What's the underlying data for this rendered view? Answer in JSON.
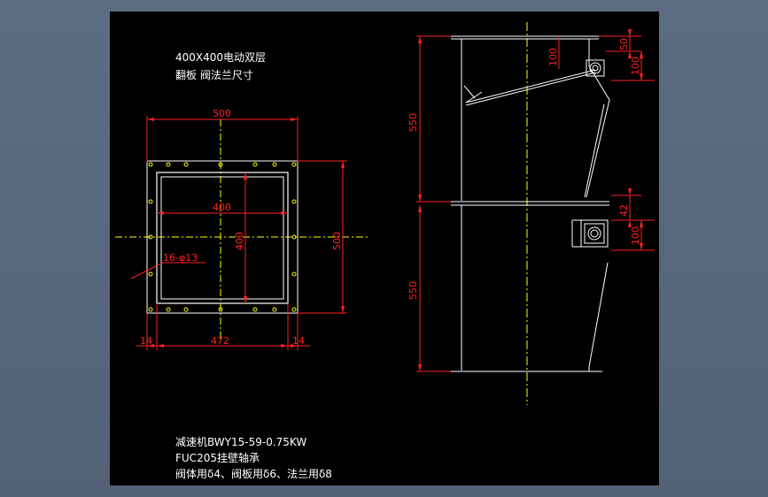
{
  "title": {
    "line1": "400X400电动双层",
    "line2": "翻板 阀法兰尺寸"
  },
  "flange_dims": {
    "outer_width": "500",
    "outer_height": "500",
    "inner_width": "400",
    "inner_height": "400",
    "holes": "16-φ13",
    "edge_left": "14",
    "hole_pitch": "472",
    "edge_right": "14"
  },
  "side_dims": {
    "upper_height": "550",
    "lower_height": "550",
    "top_a": "100",
    "top_b": "50",
    "top_c": "100",
    "mid_a": "42",
    "mid_b": "100"
  },
  "notes": {
    "motor": "减速机BWY15-59-0.75KW",
    "bearing": "FUC205挂壁轴承",
    "thickness": "阀体用δ4、阀板用δ6、法兰用δ8"
  },
  "colors": {
    "background": "#000000",
    "frame": "#5a6b80",
    "geometry": "#ffffff",
    "dimension": "#ff2020",
    "centerline": "#ffff00",
    "hole": "#ffff00"
  }
}
